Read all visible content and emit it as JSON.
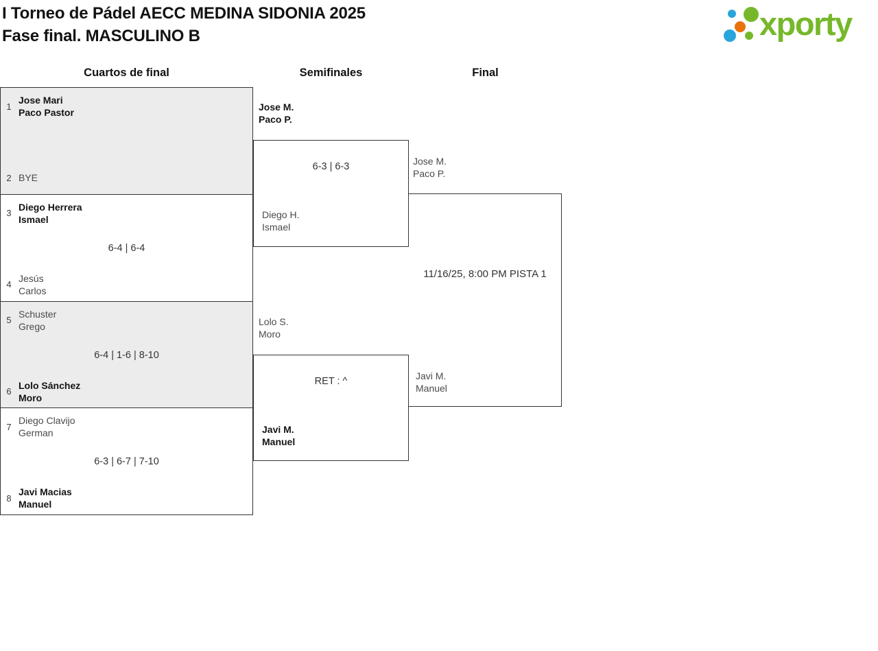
{
  "header": {
    "title_line1": "I Torneo de Pádel AECC MEDINA SIDONIA 2025",
    "title_line2": "Fase final. MASCULINO B",
    "logo_text": "xporty"
  },
  "columns": {
    "quarterfinals": "Cuartos de final",
    "semifinals": "Semifinales",
    "final": "Final"
  },
  "bracket": {
    "quarterfinals": [
      {
        "seed1": "1",
        "team1": [
          "Jose Mari",
          "Paco Pastor"
        ],
        "team1_winner": true,
        "score": "",
        "seed2": "2",
        "team2": [
          "BYE"
        ],
        "team2_winner": false
      },
      {
        "seed1": "3",
        "team1": [
          "Diego Herrera",
          "Ismael"
        ],
        "team1_winner": true,
        "score": "6-4 | 6-4",
        "seed2": "4",
        "team2": [
          "Jesús",
          "Carlos"
        ],
        "team2_winner": false
      },
      {
        "seed1": "5",
        "team1": [
          "Schuster",
          "Grego"
        ],
        "team1_winner": false,
        "score": "6-4 | 1-6 | 8-10",
        "seed2": "6",
        "team2": [
          "Lolo Sánchez",
          "Moro"
        ],
        "team2_winner": true
      },
      {
        "seed1": "7",
        "team1": [
          "Diego Clavijo",
          "German"
        ],
        "team1_winner": false,
        "score": "6-3 | 6-7 | 7-10",
        "seed2": "8",
        "team2": [
          "Javi Macias",
          "Manuel"
        ],
        "team2_winner": true
      }
    ],
    "semifinals": [
      {
        "team1": [
          "Jose M.",
          "Paco P."
        ],
        "team1_winner": true,
        "score": "6-3 | 6-3",
        "team2": [
          "Diego H.",
          "Ismael"
        ],
        "team2_winner": false
      },
      {
        "team1": [
          "Lolo S.",
          "Moro"
        ],
        "team1_winner": false,
        "score": "RET : ^",
        "team2": [
          "Javi M.",
          "Manuel"
        ],
        "team2_winner": true
      }
    ],
    "final": {
      "team1": [
        "Jose M.",
        "Paco P."
      ],
      "team1_winner": false,
      "team2": [
        "Javi M.",
        "Manuel"
      ],
      "team2_winner": false,
      "schedule": "11/16/25, 8:00 PM PISTA 1"
    }
  },
  "colors": {
    "logo_green": "#76b82a",
    "logo_blue": "#29a5dd",
    "logo_orange": "#e8720c",
    "block_gray": "#ececec",
    "line": "#333333"
  }
}
